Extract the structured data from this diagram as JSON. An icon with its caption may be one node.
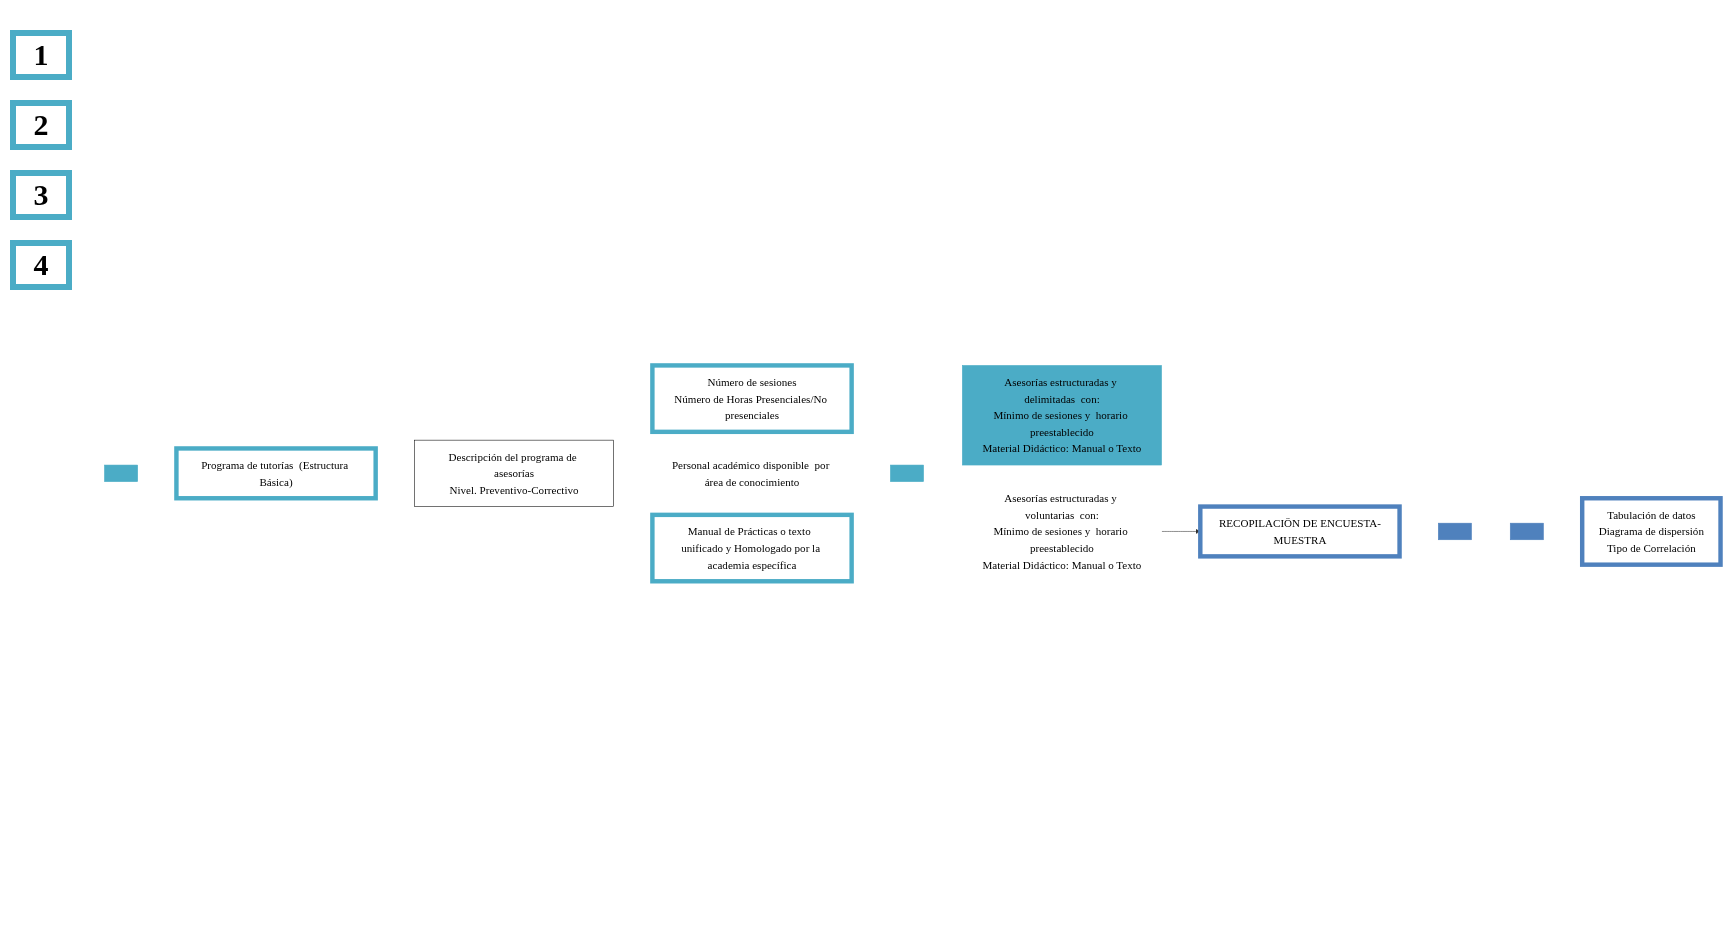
{
  "diagram": {
    "nodes": [
      {
        "text": [],
        "shape": "box"
      },
      {
        "text": [
          "Programa de tutorías  (Estructura Básica)"
        ]
      },
      {
        "text": [
          "Descripción del programa de asesorías",
          "Nivel. Preventivo-Correctivo"
        ]
      },
      {
        "text": [
          "Número de sesiones",
          "Número de Horas Presenciales/No presenciales"
        ]
      },
      {
        "text": [
          "Personal académico disponible  por área de conocimiento"
        ]
      },
      {
        "text": [
          "Manual de Prácticas o texto  unificado y Homologado por la academia específica"
        ]
      },
      {
        "text": [],
        "shape": "box"
      },
      {
        "text": [
          "Asesorías estructuradas y delimitadas  con:",
          "Mínimo de sesiones y  horario preestablecido",
          "Material Didáctico: Manual o Texto"
        ]
      },
      {
        "text": [
          "Asesorías estructuradas y voluntarias  con:",
          "Mínimo de sesiones y  horario preestablecido",
          "Material Didáctico: Manual o Texto"
        ]
      },
      {
        "text": [],
        "shape": "box"
      },
      {
        "text": [
          "RECOPILACIÖN DE ENCUESTA-MUESTRA"
        ]
      },
      {
        "text": [],
        "shape": "box"
      },
      {
        "text": [
          "Tabulación de datos",
          "Diagrama de dispersión",
          "Tipo de Correlación"
        ]
      }
    ],
    "edges": [
      {
        "from": 8,
        "to": 10,
        "arrow": "to"
      }
    ],
    "labels": [
      "1",
      "2",
      "3",
      "4"
    ]
  }
}
